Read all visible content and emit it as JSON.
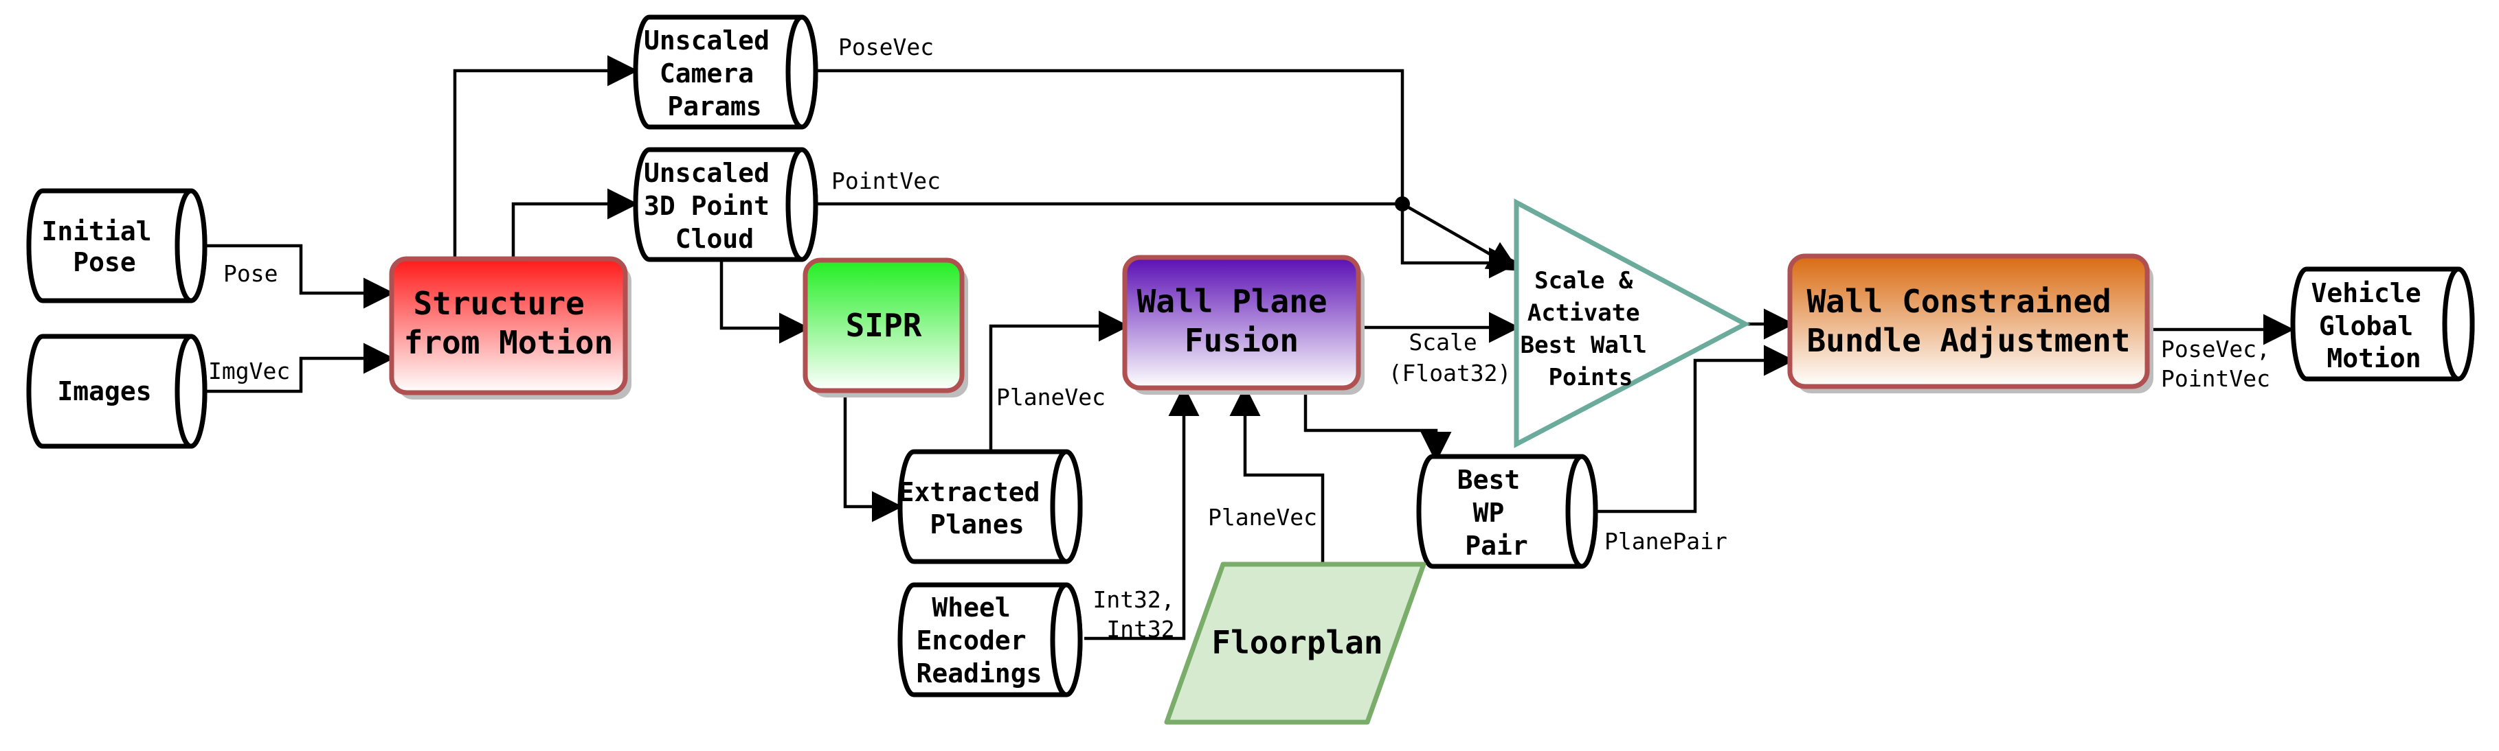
{
  "nodes": {
    "initial_pose": [
      "Initial",
      "Pose"
    ],
    "images": [
      "Images"
    ],
    "sfm": [
      "Structure",
      "from Motion"
    ],
    "camera_params": [
      "Unscaled",
      "Camera",
      "Params"
    ],
    "point_cloud": [
      "Unscaled",
      "3D Point",
      "Cloud"
    ],
    "sipr": [
      "SIPR"
    ],
    "extracted_planes": [
      "Extracted",
      "Planes"
    ],
    "wheel_encoder": [
      "Wheel",
      "Encoder",
      "Readings"
    ],
    "floorplan": [
      "Floorplan"
    ],
    "wall_plane_fusion": [
      "Wall Plane",
      "Fusion"
    ],
    "best_wp_pair": [
      "Best",
      "WP",
      "Pair"
    ],
    "scale_activate": [
      "Scale &",
      "Activate",
      "Best Wall",
      "Points"
    ],
    "bundle_adjustment": [
      "Wall Constrained",
      "Bundle Adjustment"
    ],
    "vehicle_motion": [
      "Vehicle",
      "Global",
      "Motion"
    ]
  },
  "edges": {
    "pose": "Pose",
    "imgvec": "ImgVec",
    "posevec": "PoseVec",
    "pointvec": "PointVec",
    "planevec_top": "PlaneVec",
    "planevec_floor": "PlaneVec",
    "int32": [
      "Int32,",
      "Int32"
    ],
    "scale": [
      "Scale",
      "(Float32)"
    ],
    "planepair": "PlanePair",
    "output": [
      "PoseVec,",
      "PointVec"
    ]
  },
  "colors": {
    "sfm": [
      "#ff1a1a",
      "#ffffff"
    ],
    "sipr": [
      "#22ee22",
      "#ffffff"
    ],
    "wall_plane_fusion": [
      "#5a0fb4",
      "#ffffff"
    ],
    "bundle_adjustment": [
      "#d96b12",
      "#ffffff"
    ],
    "process_border": "#b05050",
    "floorplan_fill": "#d6ead0",
    "floorplan_border": "#7aad6a",
    "triangle_border": "#6aab9c"
  }
}
